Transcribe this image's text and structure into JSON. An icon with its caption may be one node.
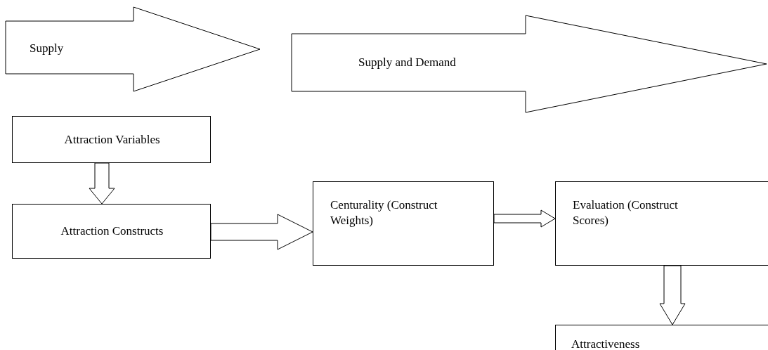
{
  "diagram": {
    "nodes": [
      {
        "text": [
          "Supply"
        ]
      },
      {
        "text": [
          "Supply and Demand"
        ]
      },
      {
        "text": [
          "Attraction Variables"
        ]
      },
      {
        "text": [
          "Attraction Constructs"
        ]
      },
      {
        "text": [
          "Centurality (Construct Weights)"
        ]
      },
      {
        "text": [
          "Evaluation (Construct Scores)"
        ]
      },
      {
        "text": [
          "Attractiveness"
        ]
      }
    ],
    "edges": [
      {
        "from": 2,
        "to": 3,
        "arrow": "to"
      },
      {
        "from": 3,
        "to": 4,
        "arrow": "to"
      },
      {
        "from": 4,
        "to": 5,
        "arrow": "to"
      },
      {
        "from": 5,
        "to": 6,
        "arrow": "to"
      }
    ]
  }
}
